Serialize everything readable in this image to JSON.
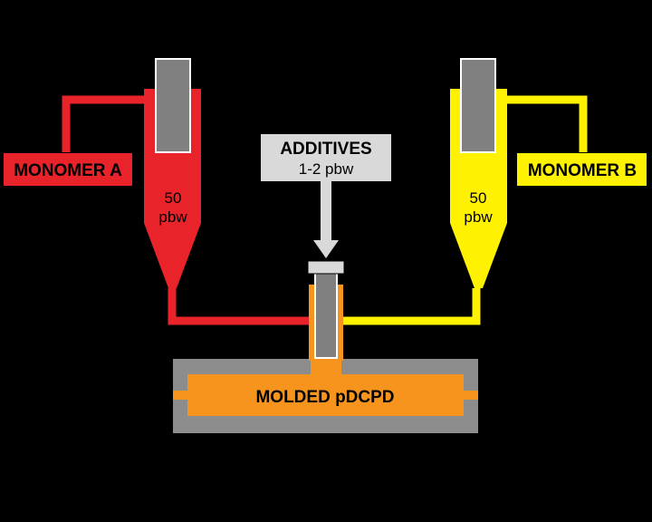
{
  "diagram": {
    "monomer_a": {
      "label": "MONOMER A",
      "amount": "50",
      "unit": "pbw"
    },
    "monomer_b": {
      "label": "MONOMER B",
      "amount": "50",
      "unit": "pbw"
    },
    "additives": {
      "label": "ADDITIVES",
      "amount": "1-2 pbw"
    },
    "mold": {
      "label": "MOLDED pDCPD"
    }
  },
  "colors": {
    "background": "#000000",
    "monomer_a": "#e8232a",
    "monomer_b": "#fff200",
    "mixed": "#f7941d",
    "additives": "#d9d9d9",
    "piston": "#808080",
    "mold_shell": "#8c8c8c"
  }
}
